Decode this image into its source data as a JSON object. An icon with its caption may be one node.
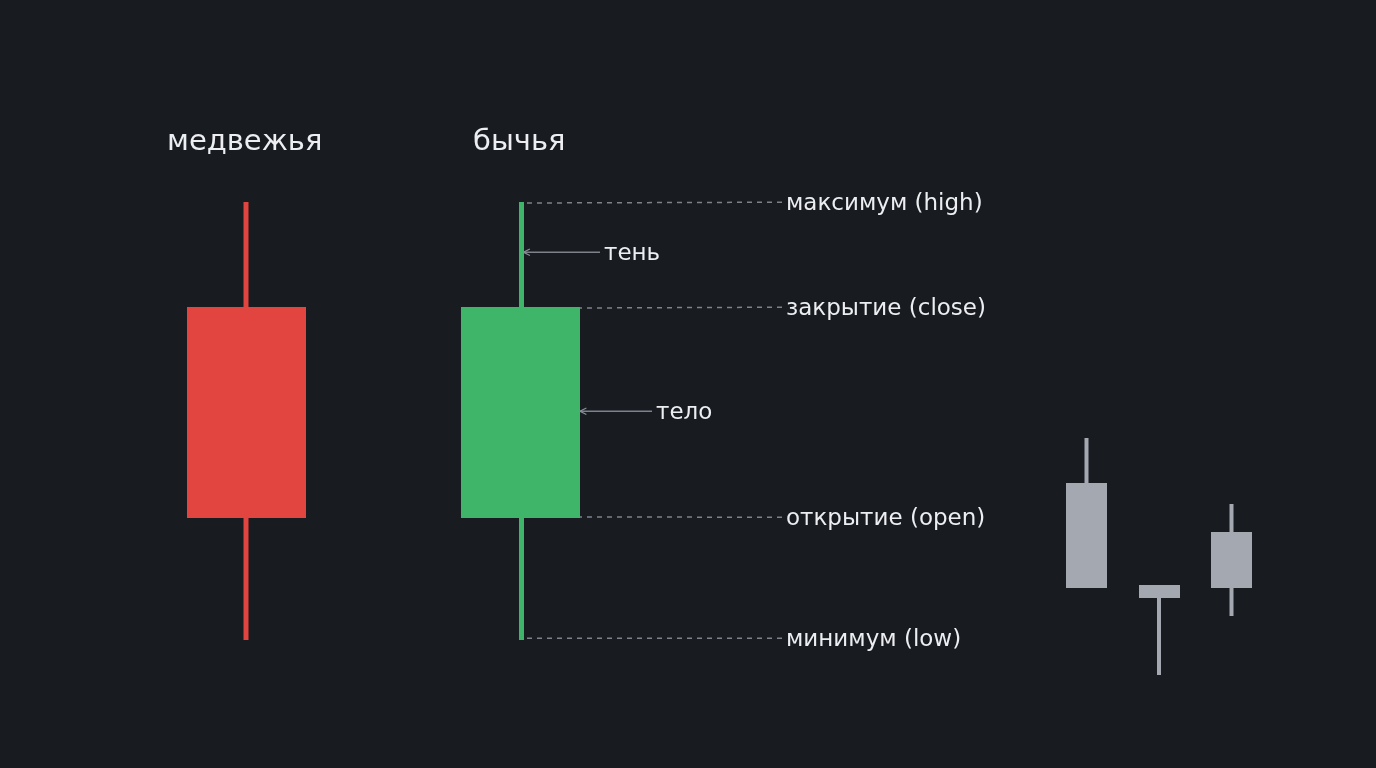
{
  "diagram": {
    "nodes": [
      {
        "text": [
          "тень"
        ]
      },
      {
        "text": [
          "тело"
        ]
      },
      {
        "text": [
          "максимум (high)"
        ]
      },
      {
        "text": [
          "закрытие (close)"
        ]
      },
      {
        "text": [
          "открытие (open)"
        ]
      },
      {
        "text": [
          "минимум (low)"
        ]
      },
      {
        "text": [],
        "shape": "bar"
      },
      {
        "text": [],
        "shape": "box"
      },
      {
        "text": [],
        "shape": "bar"
      }
    ],
    "edges": [
      {
        "from": 0,
        "to": 6,
        "arrow": "to"
      },
      {
        "from": 1,
        "to": 7,
        "arrow": "to"
      },
      {
        "from": 2,
        "to": 6,
        "arrow": "none",
        "style": "dashed"
      },
      {
        "from": 3,
        "to": 7,
        "arrow": "none",
        "style": "dashed"
      },
      {
        "from": 4,
        "to": 7,
        "arrow": "none",
        "style": "dashed"
      },
      {
        "from": 5,
        "to": 8,
        "arrow": "none",
        "style": "dashed"
      }
    ],
    "labels": [
      "медвежья",
      "бычья"
    ]
  }
}
